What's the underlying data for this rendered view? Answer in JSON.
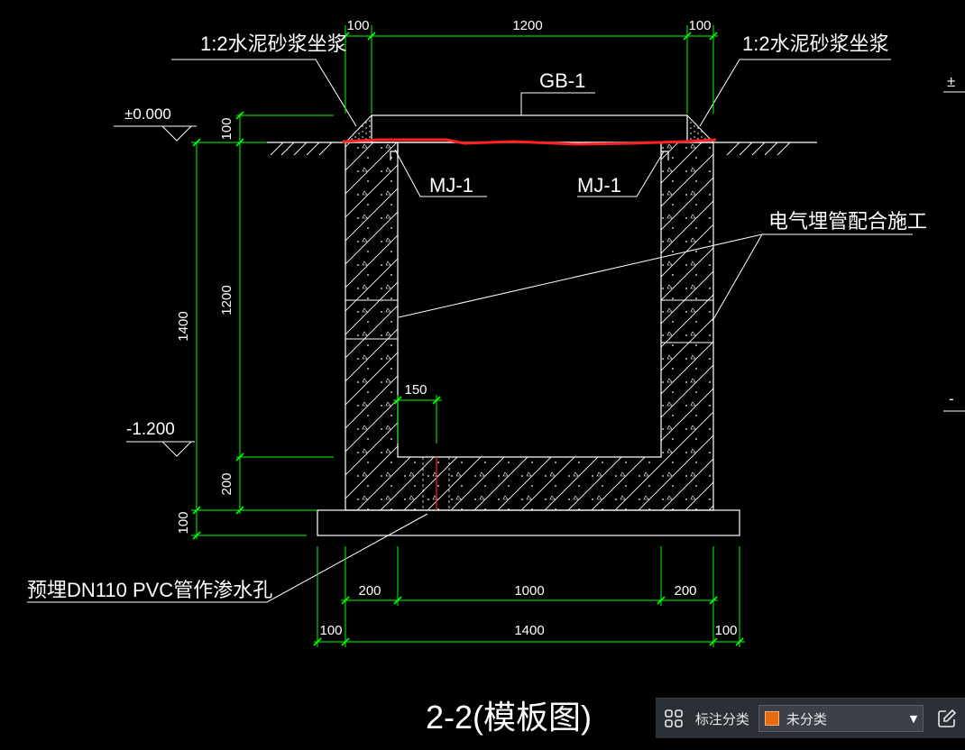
{
  "drawing": {
    "title": "2-2(模板图)",
    "labels": {
      "mortar_left": "1:2水泥砂浆坐浆",
      "mortar_right": "1:2水泥砂浆坐浆",
      "cover": "GB-1",
      "embed_left": "MJ-1",
      "embed_right": "MJ-1",
      "electric": "电气埋管配合施工",
      "drain": "预埋DN110 PVC管作渗水孔",
      "elev_top": "±0.000",
      "elev_bottom": "-1.200"
    },
    "dims": {
      "top_left": "100",
      "top_mid": "1200",
      "top_right": "100",
      "left_cover": "100",
      "left_inner": "1200",
      "left_base": "200",
      "left_total": "1400",
      "left_pad": "100",
      "hole": "150",
      "bot1_left": "200",
      "bot1_mid": "1000",
      "bot1_right": "200",
      "bot2_left": "100",
      "bot2_mid": "1400",
      "bot2_right": "100"
    },
    "colors": {
      "lines": "#ffffff",
      "dimension": "#00ff00",
      "highlight": "#ff2020",
      "background": "#000000"
    }
  },
  "toolbar": {
    "annot_label": "标注分类",
    "category_value": "未分类",
    "category_color": "#e86a10"
  }
}
